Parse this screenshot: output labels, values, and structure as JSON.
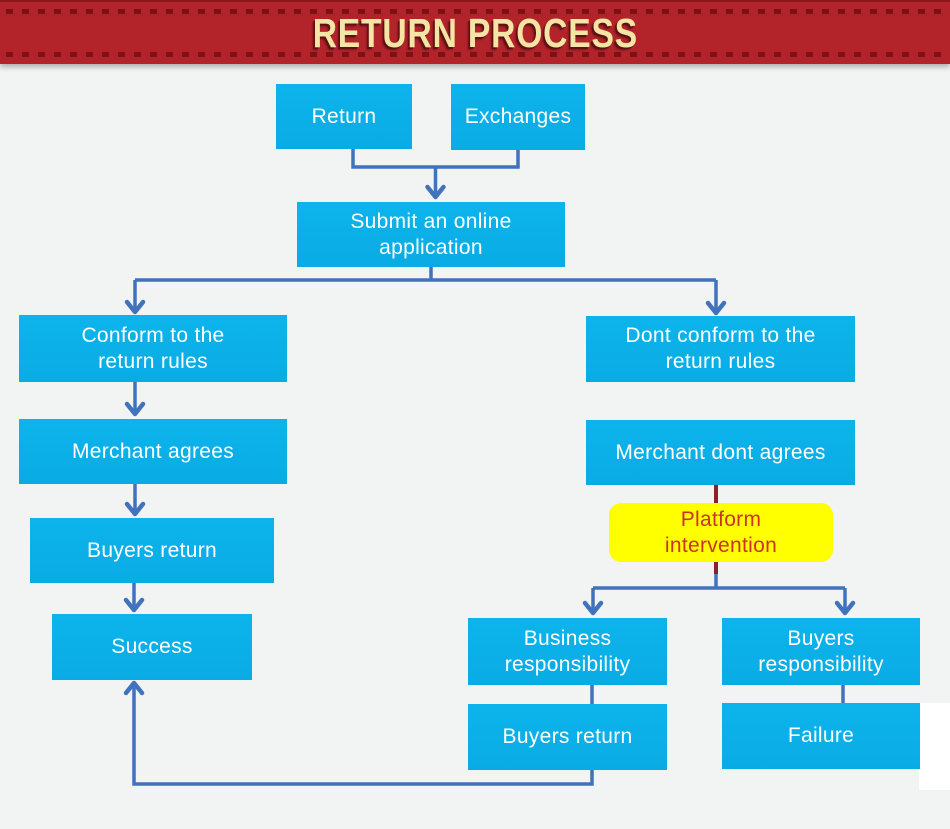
{
  "banner": {
    "title": "RETURN PROCESS"
  },
  "colors": {
    "banner_bg": "#b3242a",
    "banner_stitch": "#7d1216",
    "banner_text": "#f5e5a5",
    "node_fill": "#0bade6",
    "node_text": "#ffffff",
    "connector_blue": "#4173bd",
    "connector_red": "#8e1f2c",
    "highlight_fill": "#ffff00",
    "highlight_text": "#cc3327",
    "background": "#f2f3f3"
  },
  "nodes": {
    "return": {
      "label": "Return"
    },
    "exchanges": {
      "label": "Exchanges"
    },
    "submit": {
      "label": "Submit an online\napplication"
    },
    "conform": {
      "label": "Conform to the\nreturn rules"
    },
    "dont_conform": {
      "label": "Dont conform to the\nreturn rules"
    },
    "merchant_agrees": {
      "label": "Merchant agrees"
    },
    "merchant_dont_agrees": {
      "label": "Merchant dont agrees"
    },
    "platform_intervention": {
      "label": "Platform\nintervention"
    },
    "buyers_return_left": {
      "label": "Buyers return"
    },
    "success": {
      "label": "Success"
    },
    "business_responsibility": {
      "label": "Business\nresponsibility"
    },
    "buyers_responsibility": {
      "label": "Buyers\nresponsibility"
    },
    "buyers_return_right": {
      "label": "Buyers return"
    },
    "failure": {
      "label": "Failure"
    }
  },
  "edges": [
    {
      "from": "return",
      "to": "submit",
      "style": "blue-arrow"
    },
    {
      "from": "exchanges",
      "to": "submit",
      "style": "blue-arrow"
    },
    {
      "from": "submit",
      "to": "conform",
      "style": "blue-arrow"
    },
    {
      "from": "submit",
      "to": "dont_conform",
      "style": "blue-arrow"
    },
    {
      "from": "conform",
      "to": "merchant_agrees",
      "style": "blue-arrow"
    },
    {
      "from": "merchant_agrees",
      "to": "buyers_return_left",
      "style": "blue-arrow"
    },
    {
      "from": "buyers_return_left",
      "to": "success",
      "style": "blue-arrow"
    },
    {
      "from": "dont_conform",
      "to": "merchant_dont_agrees",
      "style": "blue-arrow"
    },
    {
      "from": "merchant_dont_agrees",
      "to": "platform_intervention",
      "style": "red-line"
    },
    {
      "from": "platform_intervention",
      "to": "business_responsibility",
      "style": "blue-arrow"
    },
    {
      "from": "platform_intervention",
      "to": "buyers_responsibility",
      "style": "blue-arrow"
    },
    {
      "from": "business_responsibility",
      "to": "buyers_return_right",
      "style": "blue-line"
    },
    {
      "from": "buyers_responsibility",
      "to": "failure",
      "style": "blue-line"
    },
    {
      "from": "buyers_return_right",
      "to": "success",
      "style": "blue-arrow-loop"
    }
  ]
}
